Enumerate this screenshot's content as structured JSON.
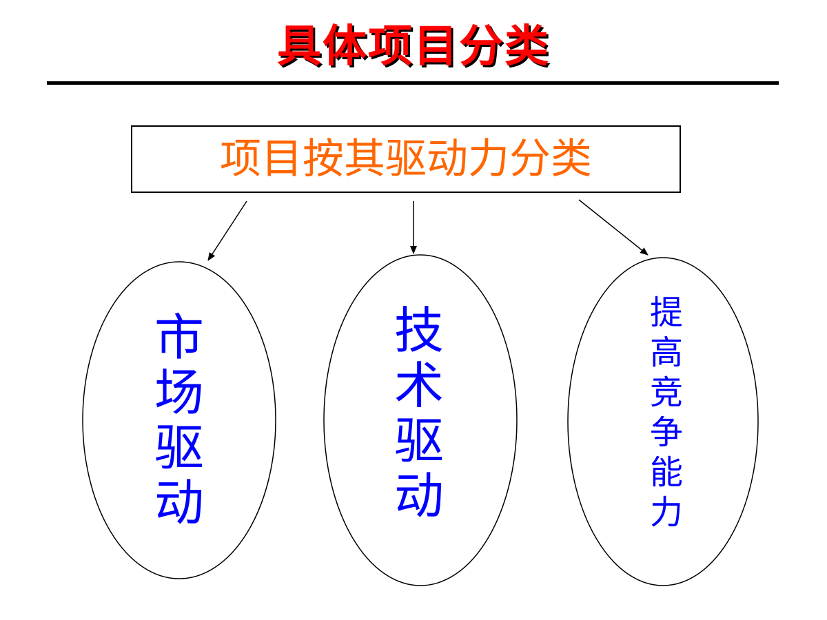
{
  "title": "具体项目分类",
  "diagram": {
    "root": {
      "label": "项目按其驱动力分类",
      "color": "#ff6600"
    },
    "node_color": "#0000ff",
    "nodes": [
      {
        "label": "市场驱动",
        "chars": [
          "市",
          "场",
          "驱",
          "动"
        ]
      },
      {
        "label": "技术驱动",
        "chars": [
          "技",
          "术",
          "驱",
          "动"
        ]
      },
      {
        "label": "提高竞争能力",
        "chars": [
          "提",
          "高",
          "竞",
          "争",
          "能",
          "力"
        ]
      }
    ]
  }
}
